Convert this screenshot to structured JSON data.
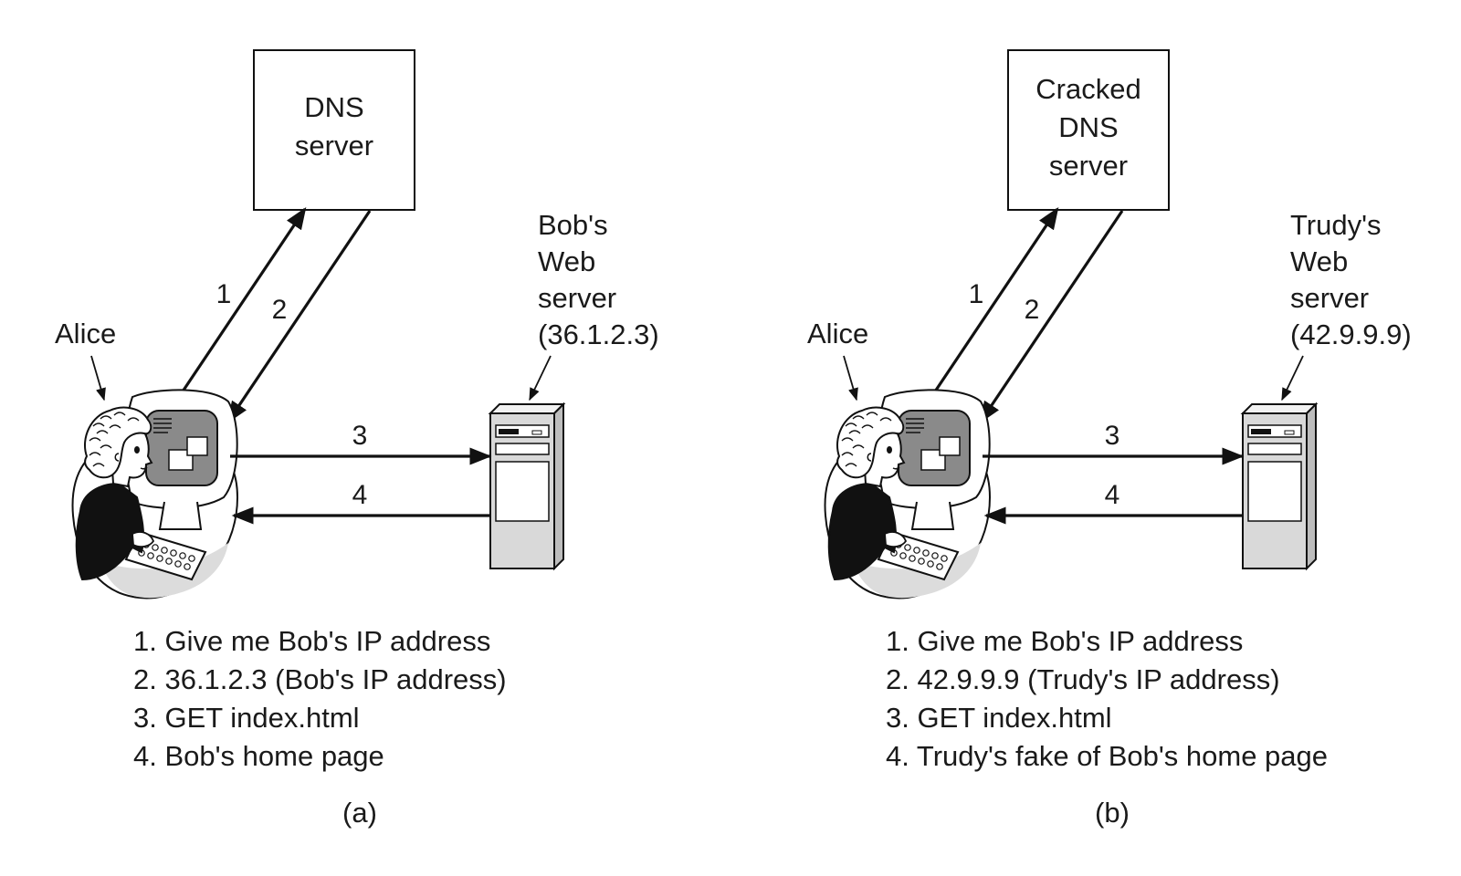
{
  "panels": [
    {
      "dns_label": [
        "DNS",
        "server"
      ],
      "server_label": [
        "Bob's",
        "Web",
        "server",
        "(36.1.2.3)"
      ],
      "person_label": "Alice",
      "arrow_labels": [
        "1",
        "2",
        "3",
        "4"
      ],
      "steps": [
        "1. Give me Bob's IP address",
        "2. 36.1.2.3 (Bob's IP address)",
        "3. GET index.html",
        "4. Bob's home page"
      ],
      "caption": "(a)"
    },
    {
      "dns_label": [
        "Cracked",
        "DNS",
        "server"
      ],
      "server_label": [
        "Trudy's",
        "Web",
        "server",
        "(42.9.9.9)"
      ],
      "person_label": "Alice",
      "arrow_labels": [
        "1",
        "2",
        "3",
        "4"
      ],
      "steps": [
        "1. Give me Bob's IP address",
        "2. 42.9.9.9 (Trudy's IP address)",
        "3. GET index.html",
        "4. Trudy's fake of Bob's home page"
      ],
      "caption": "(b)"
    }
  ],
  "colors": {
    "ink": "#111111",
    "screen": "#8a8a8a",
    "tower": "#d9d9d9",
    "desk": "#dcdcdc"
  },
  "icons": [
    "person-at-computer-icon",
    "server-tower-icon"
  ]
}
